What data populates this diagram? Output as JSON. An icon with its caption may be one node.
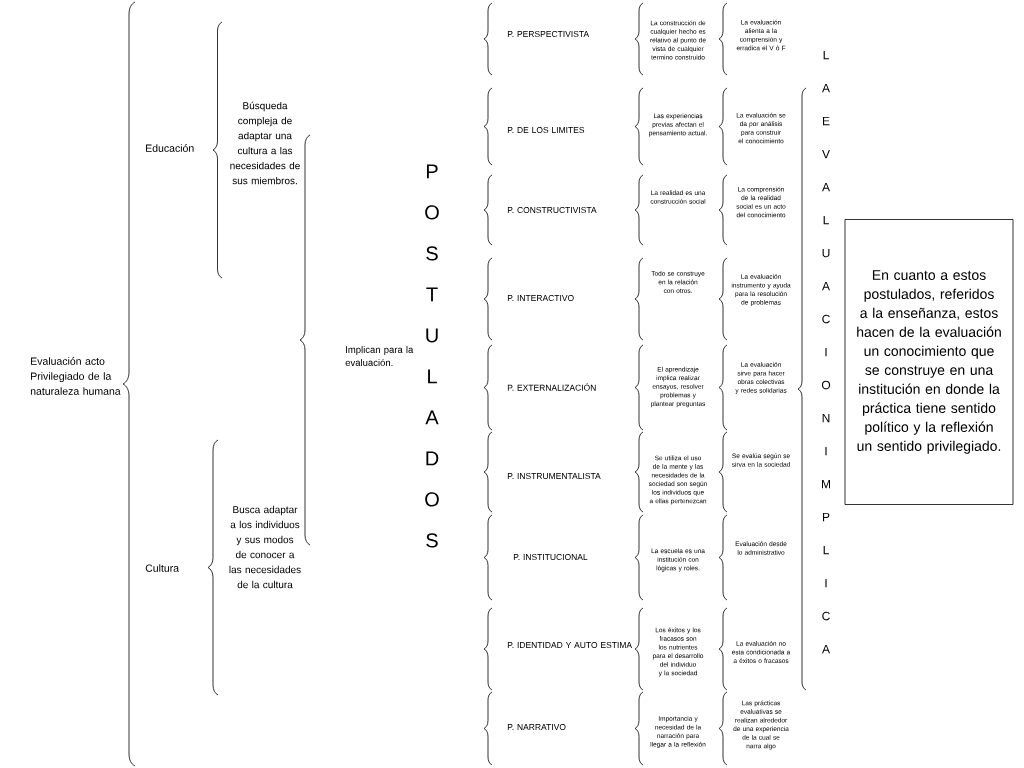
{
  "diagram": {
    "nodes": [
      {
        "text": [
          "En cuanto a estos postulados, referidos a la enseñanza, estos hacen de la evaluación un conocimiento que se construye en una institución en donde la práctica tiene sentido político y la reflexión un sentido privilegiado."
        ]
      }
    ],
    "labels": [
      "Evaluación acto Privilegiado de la naturaleza humana",
      "Educación",
      "Búsqueda compleja de adaptar una cultura a las necesidades de sus miembros.",
      "Cultura",
      "Busca adaptar a los individuos y sus modos de conocer a las necesidades de la cultura",
      "Implican para la evaluación.",
      "P O S T U L A D O S",
      "P. PERSPECTIVISTA",
      "La construcción de cualquier hecho es relativo al punto de vista de cualquier termino construido",
      "La evaluación alienta a la comprensión y erradica el V ò F",
      "P. DE LOS LIMITES",
      "Las experiencias previas afectan el pensamiento actual.",
      "La evaluación se da por análisis para construir el conocimiento",
      "P. CONSTRUCTIVISTA",
      "La realidad es una construcción social",
      "La comprensión de la realidad social es un acto del conocimiento",
      "P. INTERACTIVO",
      "Todo se construye en la relación con otros.",
      "La evaluación instrumento y ayuda para la resolución de problemas",
      "P. EXTERNALIZACIÓN",
      "El aprendizaje implica realizar ensayos, resolver problemas y plantear preguntas",
      "La evaluación sirve para hacer obras colectivas y redes solidarias",
      "P. INSTRUMENTALISTA",
      "Se utiliza el uso de la mente y las necesidades de la sociedad son según los individuos que a ellas pertenezcan",
      "Se evalúa según se sirva en la sociedad",
      "P. INSTITUCIONAL",
      "La escuela es una institución con lógicas y roles.",
      "Evaluación desde lo administrativo",
      "P. IDENTIDAD Y AUTO ESTIMA",
      "Los éxitos y los fracasos son los nutrientes para el desarrollo del individuo y la sociedad",
      "La evaluación no esta condicionada a a éxitos o fracasos",
      "P. NARRATIVO",
      "Importancia y necesidad de la narración para llegar a la reflexión",
      "Las prácticas evaluativas se realizan alrededor de una experiencia de la cual se narra algo",
      "L A E V A L U A C I O N I M P L I C A"
    ]
  }
}
